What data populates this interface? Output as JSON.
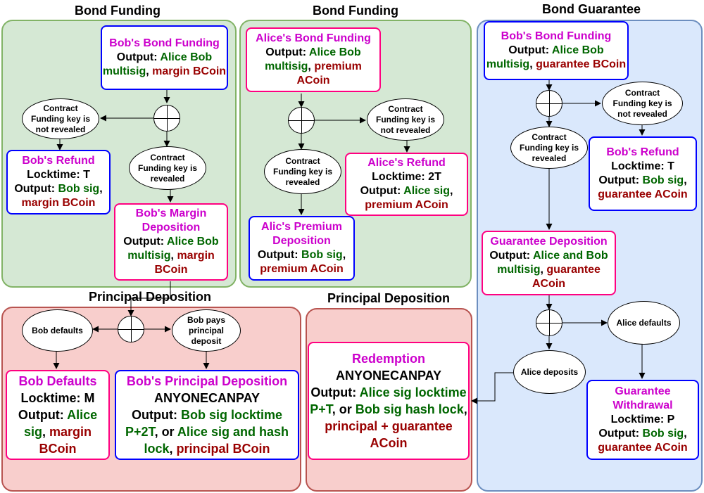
{
  "sections": {
    "bob_bond_funding": {
      "title": "Bond Funding"
    },
    "alice_bond_funding": {
      "title": "Bond Funding"
    },
    "bond_guarantee": {
      "title": "Bond Guarantee"
    },
    "bob_principal_deposition": {
      "title": "Principal Deposition"
    },
    "redemption_section": {
      "title": "Principal Deposition"
    }
  },
  "nodes": {
    "bob_bond_funding": {
      "title": "Bob's Bond Funding",
      "output_label": "Output:",
      "output_a": "Alice Bob multisig",
      "sep": ",",
      "output_b": "margin BCoin"
    },
    "bob_refund": {
      "title": "Bob's Refund",
      "locktime_label": "Locktime:",
      "locktime": "T",
      "output_label": "Output:",
      "output_a": "Bob sig",
      "sep": ",",
      "output_b": "margin BCoin"
    },
    "bob_margin_deposition": {
      "title": "Bob's Margin Deposition",
      "output_label": "Output:",
      "output_a": "Alice Bob multisig",
      "sep": ",",
      "output_b": "margin BCoin"
    },
    "alice_bond_funding": {
      "title": "Alice's Bond Funding",
      "output_label": "Output:",
      "output_a": "Alice Bob multisig",
      "sep": ",",
      "output_b": "premium ACoin"
    },
    "alice_refund": {
      "title": "Alice's Refund",
      "locktime_label": "Locktime:",
      "locktime": "2T",
      "output_label": "Output:",
      "output_a": "Alice sig",
      "sep": ",",
      "output_b": "premium ACoin"
    },
    "alice_premium_deposition": {
      "title": "Alic's Premium Deposition",
      "output_label": "Output:",
      "output_a": "Bob sig",
      "sep": ",",
      "output_b": "premium ACoin"
    },
    "bob_guarantee_funding": {
      "title": "Bob's Bond Funding",
      "output_label": "Output:",
      "output_a": "Alice Bob multisig",
      "sep": ",",
      "output_b": "guarantee BCoin"
    },
    "guarantee_bob_refund": {
      "title": "Bob's Refund",
      "locktime_label": "Locktime:",
      "locktime": "T",
      "output_label": "Output:",
      "output_a": "Bob sig",
      "sep": ",",
      "output_b": "guarantee ACoin"
    },
    "guarantee_deposition": {
      "title": "Guarantee Deposition",
      "output_label": "Output:",
      "output_a": "Alice and Bob multisig",
      "sep": ",",
      "output_b": "guarantee ACoin"
    },
    "guarantee_withdrawal": {
      "title": "Guarantee Withdrawal",
      "locktime_label": "Locktime:",
      "locktime": "P",
      "output_label": "Output:",
      "output_a": "Bob sig",
      "sep": ",",
      "output_b": "guarantee ACoin"
    },
    "bob_defaults_box": {
      "title": "Bob Defaults",
      "locktime_label": "Locktime:",
      "locktime": "M",
      "output_label": "Output:",
      "output_a": "Alice sig",
      "sep": ",",
      "output_b": "margin BCoin"
    },
    "bob_principal_deposition": {
      "title": "Bob's Principal Deposition",
      "flag": "ANYONECANPAY",
      "output_label": "Output:",
      "output_a": "Bob sig locktime P+2T",
      "or": ", or",
      "output_c": "Alice sig and hash lock",
      "sep": ",",
      "output_b": "principal BCoin"
    },
    "redemption": {
      "title": "Redemption",
      "flag": "ANYONECANPAY",
      "output_label": "Output:",
      "output_a": "Alice sig locktime P+T",
      "or": ",  or",
      "output_c": "Bob sig hash lock",
      "sep": ",",
      "output_b": "principal + guarantee ACoin"
    }
  },
  "conditions": {
    "c1": "Contract Funding key is not revealed",
    "c2": "Contract Funding key is revealed",
    "c3": "Contract Funding key is not revealed",
    "c4": "Contract Funding key is revealed",
    "c5": "Contract Funding key is not revealed",
    "c6": "Contract Funding key is revealed",
    "alice_defaults": "Alice defaults",
    "alice_deposits": "Alice deposits",
    "bob_defaults": "Bob defaults",
    "bob_pays": "Bob pays principal deposit"
  }
}
